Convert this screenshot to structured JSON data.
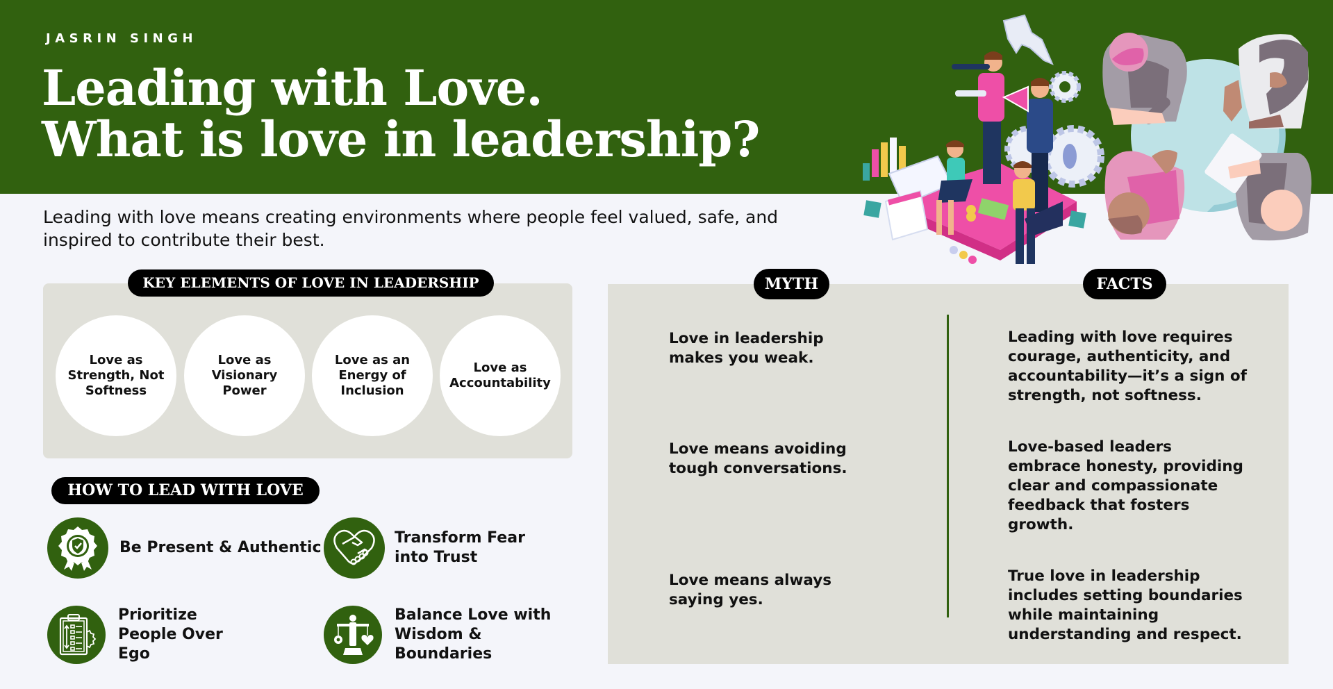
{
  "header": {
    "author": "JASRIN SINGH",
    "title_line1": "Leading with Love.",
    "title_line2": "What is love in leadership?",
    "background_color": "#31610f"
  },
  "intro": {
    "text": "Leading with love means creating environments where people feel valued, safe, and inspired to contribute their best."
  },
  "key_elements": {
    "heading": "KEY ELEMENTS OF LOVE IN LEADERSHIP",
    "items": [
      {
        "label": "Love as Strength, Not Softness"
      },
      {
        "label": "Love as Visionary Power"
      },
      {
        "label": "Love as an Energy of Inclusion"
      },
      {
        "label": "Love as Accountability"
      }
    ]
  },
  "how_to": {
    "heading": "HOW TO LEAD WITH LOVE",
    "items": [
      {
        "label": "Be Present & Authentic",
        "icon": "award-badge-shield-icon"
      },
      {
        "label": "Transform Fear into Trust",
        "icon": "heart-handshake-icon"
      },
      {
        "label": "Prioritize People Over Ego",
        "icon": "clipboard-checklist-gear-icon"
      },
      {
        "label": "Balance Love with Wisdom & Boundaries",
        "icon": "person-balance-scale-icon"
      }
    ],
    "icon_color": "#31610f"
  },
  "myth_facts": {
    "myth_heading": "MYTH",
    "facts_heading": "FACTS",
    "rows": [
      {
        "myth": "Love in leadership makes you weak.",
        "fact": "Leading with love requires courage, authenticity, and accountability—it’s a sign of strength, not softness."
      },
      {
        "myth": "Love means avoiding tough conversations.",
        "fact": "Love-based leaders embrace honesty, providing clear and compassionate feedback that fosters growth."
      },
      {
        "myth": "Love means always saying yes.",
        "fact": "True love in leadership includes setting boundaries while maintaining understanding and respect."
      }
    ]
  },
  "illustrations": {
    "left": "team-leadership-isometric-illustration",
    "right": "round-table-meeting-illustration"
  }
}
